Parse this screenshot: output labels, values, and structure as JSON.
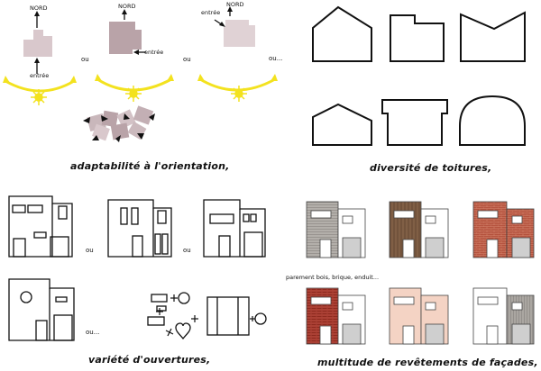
{
  "orientation": {
    "labels": {
      "nord": "NORD",
      "entree": "entrée",
      "ou": "ou",
      "ou_dots": "ou..."
    },
    "caption": "adaptabilité à l'orientation,"
  },
  "toitures": {
    "caption": "diversité de toitures,"
  },
  "ouvertures": {
    "ou": "ou",
    "ou_dots": "ou...",
    "caption": "variété d'ouvertures,"
  },
  "facades": {
    "label": "parement bois, brique, enduit...",
    "caption": "multitude de revêtements de façades,"
  },
  "colors": {
    "sun": "#f3e21f",
    "house_gray": "#d9c8cc",
    "house_dark": "#b9a3a8",
    "wood": "#7a5a40",
    "brick": "#b5523d",
    "render": "#f4d3c4",
    "cladding": "#a9a5a0"
  }
}
